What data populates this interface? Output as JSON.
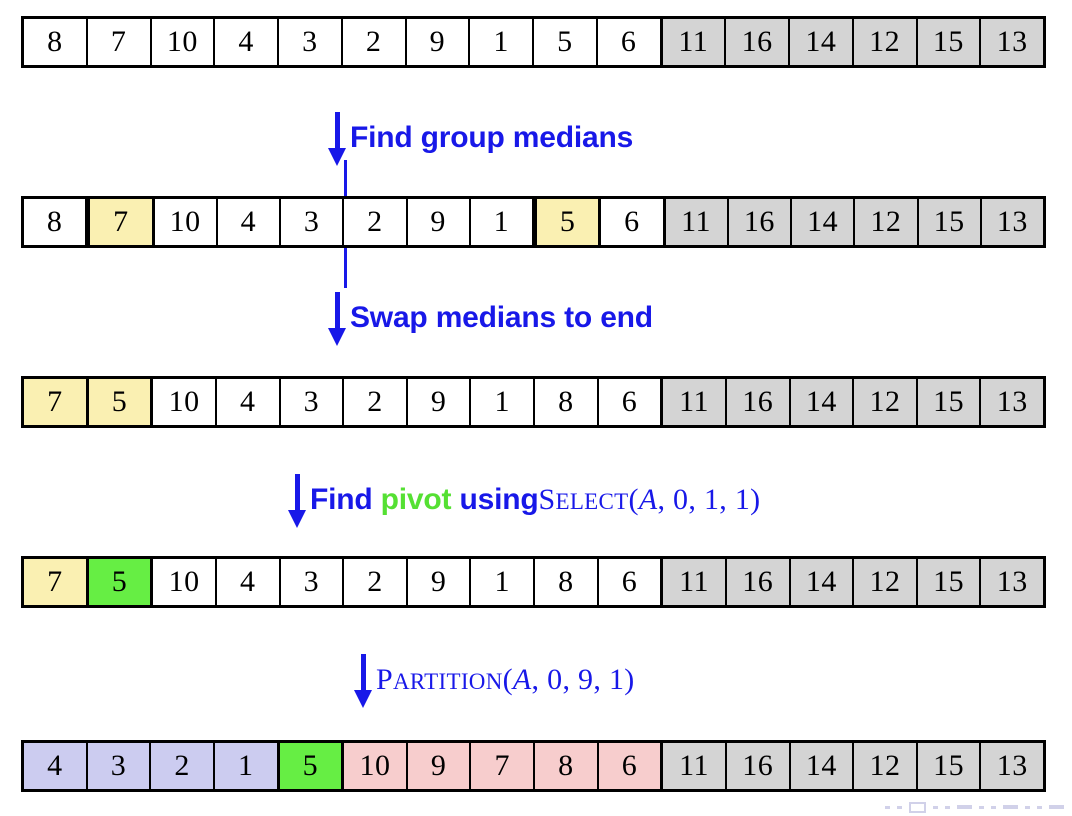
{
  "colors": {
    "white": "#ffffff",
    "gray": "#d4d4d4",
    "yellow": "#faf0b2",
    "green": "#66ee44",
    "pink": "#f7cdcd",
    "lavender": "#ccccf0",
    "arrow_blue": "#1818e8",
    "pivot_green": "#55e033",
    "border": "#000000"
  },
  "rows": [
    {
      "id": "row-initial",
      "cells": [
        {
          "value": "8",
          "fill": "white"
        },
        {
          "value": "7",
          "fill": "white"
        },
        {
          "value": "10",
          "fill": "white"
        },
        {
          "value": "4",
          "fill": "white"
        },
        {
          "value": "3",
          "fill": "white"
        },
        {
          "value": "2",
          "fill": "white"
        },
        {
          "value": "9",
          "fill": "white"
        },
        {
          "value": "1",
          "fill": "white"
        },
        {
          "value": "5",
          "fill": "white"
        },
        {
          "value": "6",
          "fill": "white"
        },
        {
          "value": "11",
          "fill": "gray"
        },
        {
          "value": "16",
          "fill": "gray"
        },
        {
          "value": "14",
          "fill": "gray"
        },
        {
          "value": "12",
          "fill": "gray"
        },
        {
          "value": "15",
          "fill": "gray"
        },
        {
          "value": "13",
          "fill": "gray"
        }
      ]
    },
    {
      "id": "row-medians-found",
      "cells": [
        {
          "value": "8",
          "fill": "white"
        },
        {
          "value": "7",
          "fill": "yellow"
        },
        {
          "value": "10",
          "fill": "white"
        },
        {
          "value": "4",
          "fill": "white"
        },
        {
          "value": "3",
          "fill": "white"
        },
        {
          "value": "2",
          "fill": "white"
        },
        {
          "value": "9",
          "fill": "white"
        },
        {
          "value": "1",
          "fill": "white"
        },
        {
          "value": "5",
          "fill": "yellow"
        },
        {
          "value": "6",
          "fill": "white"
        },
        {
          "value": "11",
          "fill": "gray"
        },
        {
          "value": "16",
          "fill": "gray"
        },
        {
          "value": "14",
          "fill": "gray"
        },
        {
          "value": "12",
          "fill": "gray"
        },
        {
          "value": "15",
          "fill": "gray"
        },
        {
          "value": "13",
          "fill": "gray"
        }
      ]
    },
    {
      "id": "row-medians-swapped",
      "cells": [
        {
          "value": "7",
          "fill": "yellow"
        },
        {
          "value": "5",
          "fill": "yellow"
        },
        {
          "value": "10",
          "fill": "white"
        },
        {
          "value": "4",
          "fill": "white"
        },
        {
          "value": "3",
          "fill": "white"
        },
        {
          "value": "2",
          "fill": "white"
        },
        {
          "value": "9",
          "fill": "white"
        },
        {
          "value": "1",
          "fill": "white"
        },
        {
          "value": "8",
          "fill": "white"
        },
        {
          "value": "6",
          "fill": "white"
        },
        {
          "value": "11",
          "fill": "gray"
        },
        {
          "value": "16",
          "fill": "gray"
        },
        {
          "value": "14",
          "fill": "gray"
        },
        {
          "value": "12",
          "fill": "gray"
        },
        {
          "value": "15",
          "fill": "gray"
        },
        {
          "value": "13",
          "fill": "gray"
        }
      ]
    },
    {
      "id": "row-pivot-found",
      "cells": [
        {
          "value": "7",
          "fill": "yellow"
        },
        {
          "value": "5",
          "fill": "green"
        },
        {
          "value": "10",
          "fill": "white"
        },
        {
          "value": "4",
          "fill": "white"
        },
        {
          "value": "3",
          "fill": "white"
        },
        {
          "value": "2",
          "fill": "white"
        },
        {
          "value": "9",
          "fill": "white"
        },
        {
          "value": "1",
          "fill": "white"
        },
        {
          "value": "8",
          "fill": "white"
        },
        {
          "value": "6",
          "fill": "white"
        },
        {
          "value": "11",
          "fill": "gray"
        },
        {
          "value": "16",
          "fill": "gray"
        },
        {
          "value": "14",
          "fill": "gray"
        },
        {
          "value": "12",
          "fill": "gray"
        },
        {
          "value": "15",
          "fill": "gray"
        },
        {
          "value": "13",
          "fill": "gray"
        }
      ]
    },
    {
      "id": "row-partitioned",
      "cells": [
        {
          "value": "4",
          "fill": "lavender"
        },
        {
          "value": "3",
          "fill": "lavender"
        },
        {
          "value": "2",
          "fill": "lavender"
        },
        {
          "value": "1",
          "fill": "lavender"
        },
        {
          "value": "5",
          "fill": "green"
        },
        {
          "value": "10",
          "fill": "pink"
        },
        {
          "value": "9",
          "fill": "pink"
        },
        {
          "value": "7",
          "fill": "pink"
        },
        {
          "value": "8",
          "fill": "pink"
        },
        {
          "value": "6",
          "fill": "pink"
        },
        {
          "value": "11",
          "fill": "gray"
        },
        {
          "value": "16",
          "fill": "gray"
        },
        {
          "value": "14",
          "fill": "gray"
        },
        {
          "value": "12",
          "fill": "gray"
        },
        {
          "value": "15",
          "fill": "gray"
        },
        {
          "value": "13",
          "fill": "gray"
        }
      ]
    }
  ],
  "steps": [
    {
      "id": "step-find-group-medians",
      "text": "Find group medians"
    },
    {
      "id": "step-swap-medians-to-end",
      "text": "Swap medians to end"
    },
    {
      "id": "step-find-pivot",
      "prefix": "Find ",
      "highlight": "pivot",
      "middle": " using ",
      "proc_first": "S",
      "proc_rest": "ELECT",
      "proc_open": "(",
      "proc_var": "A",
      "proc_args": ", 0, 1, 1",
      "proc_close": ")"
    },
    {
      "id": "step-partition",
      "proc_first": "P",
      "proc_rest": "ARTITION",
      "proc_open": "(",
      "proc_var": "A",
      "proc_args": ", 0, 9, 1",
      "proc_close": ")"
    }
  ]
}
